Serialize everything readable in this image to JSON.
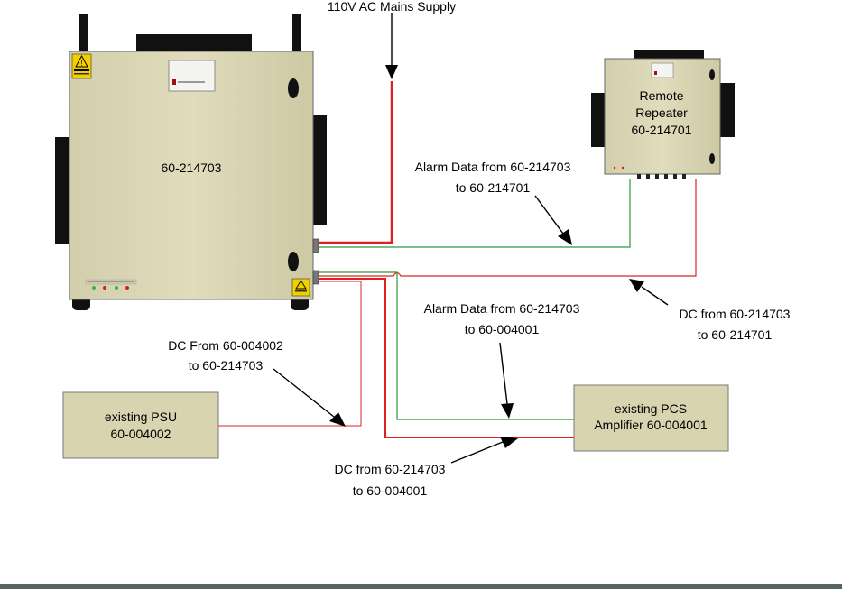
{
  "supply_label": "110V AC Mains Supply",
  "main_unit": {
    "id": "60-214703"
  },
  "remote_repeater": {
    "line1": "Remote",
    "line2": "Repeater",
    "line3": "60-214701"
  },
  "psu": {
    "line1": "existing PSU",
    "line2": "60-004002"
  },
  "pcs_amp": {
    "line1": "existing PCS",
    "line2": "Amplifier 60-004001"
  },
  "annotations": {
    "alarm_repeater": {
      "line1": "Alarm Data from 60-214703",
      "line2": "to 60-214701"
    },
    "dc_repeater": {
      "line1": "DC from 60-214703",
      "line2": "to 60-214701"
    },
    "alarm_pcs": {
      "line1": "Alarm Data from 60-214703",
      "line2": "to 60-004001"
    },
    "dc_from_psu": {
      "line1": "DC From 60-004002",
      "line2": "to 60-214703"
    },
    "dc_pcs": {
      "line1": "DC from 60-214703",
      "line2": "to 60-004001"
    }
  },
  "colors": {
    "cabinet": "#d9d5b4",
    "cabinet_dark": "#c4c09c",
    "box_fill": "#d8d4b0",
    "red_wire": "#e02020",
    "green_wire": "#2a9a3a",
    "footer": "#566660"
  },
  "icons": [
    "caution-sign-icon",
    "lock-icon",
    "manufacturer-logo"
  ]
}
